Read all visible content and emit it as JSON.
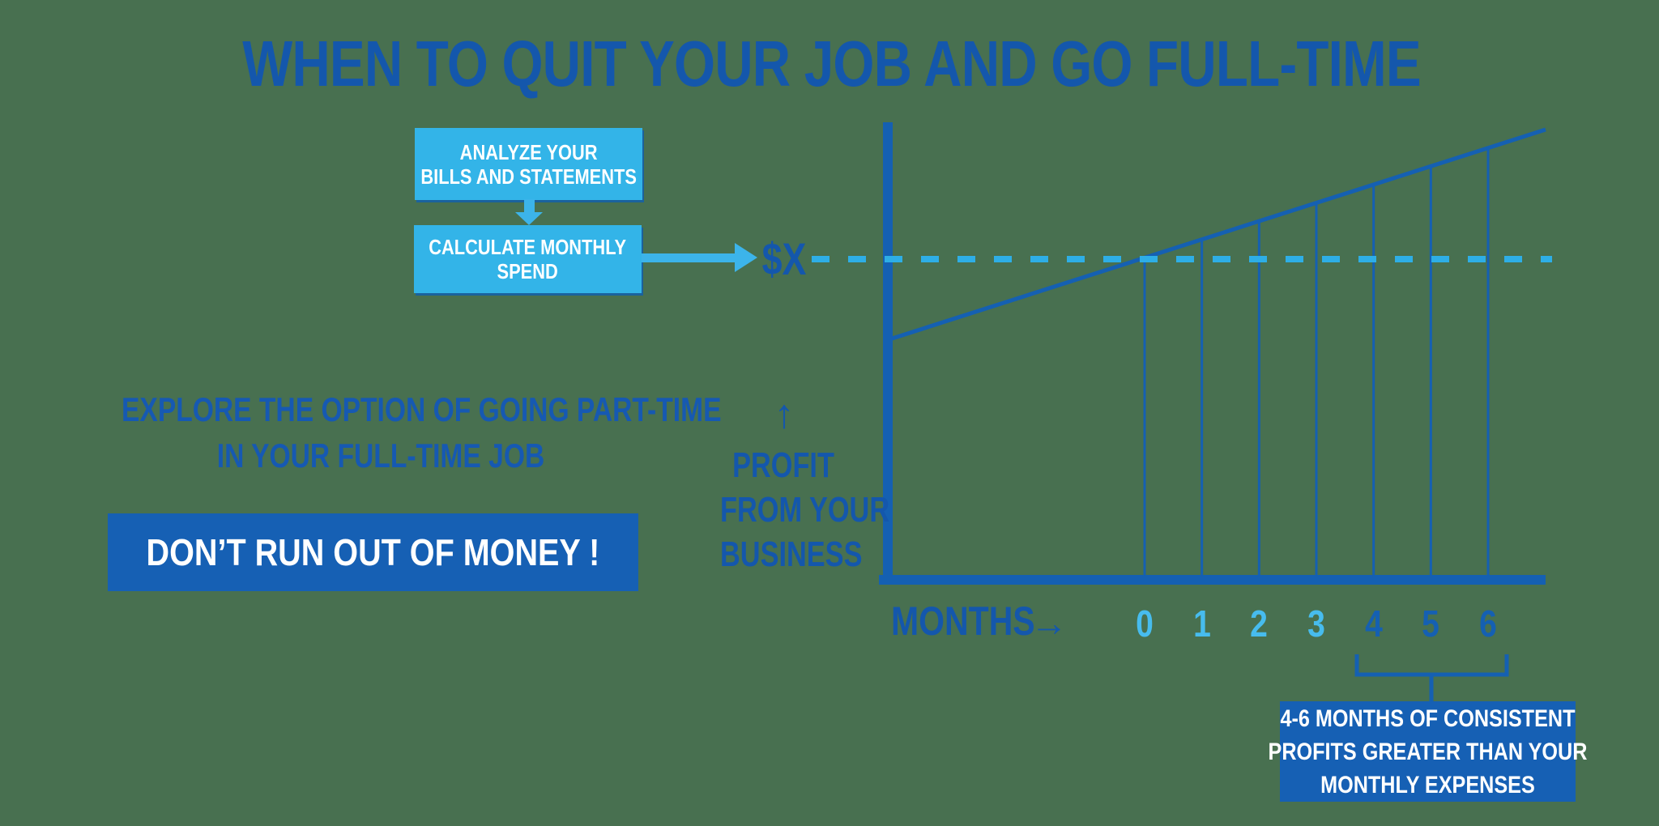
{
  "title": "WHEN TO QUIT YOUR JOB AND GO FULL-TIME",
  "flowchart": {
    "box1_label": "ANALYZE YOUR\nBILLS AND STATEMENTS",
    "box2_label": "CALCULATE MONTHLY\nSPEND",
    "down_arrow": "connects box1 to box2",
    "right_arrow": "connects box2 to threshold label"
  },
  "left_notes": {
    "explore_text": "EXPLORE THE OPTION OF GOING PART-TIME\nIN YOUR FULL-TIME JOB",
    "warning_text": "DON’T RUN OUT OF MONEY !"
  },
  "chart_data": {
    "type": "line",
    "title": "",
    "xlabel": "MONTHS",
    "x_axis_arrow": "→",
    "ylabel": "PROFIT\nFROM YOUR\nBUSINESS",
    "y_axis_arrow": "↑",
    "categories": [
      "0",
      "1",
      "2",
      "3",
      "4",
      "5",
      "6"
    ],
    "tick_colors": [
      "#47BCEE",
      "#47BCEE",
      "#47BCEE",
      "#47BCEE",
      "#1560B2",
      "#1560B2",
      "#1560B2"
    ],
    "threshold": {
      "label": "$X",
      "meaning": "monthly spend",
      "style": "dashed",
      "color": "#2EAEE6"
    },
    "series": [
      {
        "name": "Profit from your business",
        "shape": "linear increasing",
        "crosses_threshold_at_month": "0",
        "months_above_threshold": [
          "0",
          "1",
          "2",
          "3",
          "4",
          "5",
          "6"
        ]
      }
    ],
    "annotation": {
      "range_start": "4",
      "range_end": "6",
      "text": "4-6 MONTHS OF CONSISTENT\nPROFITS GREATER THAN YOUR\nMONTHLY EXPENSES"
    },
    "grid": false,
    "legend": false
  },
  "colors": {
    "background": "#487050",
    "dark_blue_text": "#1457AC",
    "dark_blue_box": "#1660B4",
    "axis_blue": "#1560B2",
    "cyan_box": "#33B4E8",
    "cyan_arrow": "#3CB4EA",
    "dash_cyan": "#2EAEE6",
    "light_tick_cyan": "#47BCEE",
    "text_on_blue": "#FFFFFF"
  }
}
